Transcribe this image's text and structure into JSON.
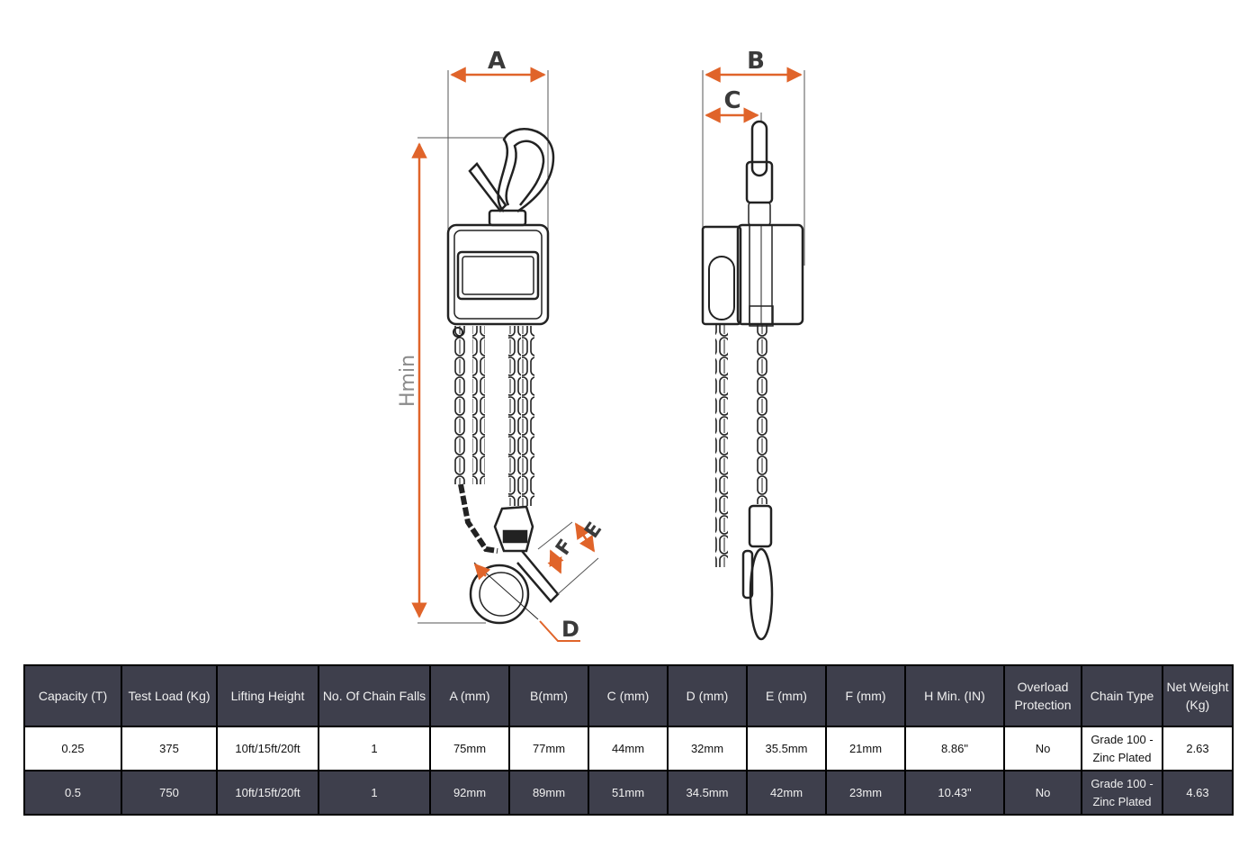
{
  "diagram": {
    "front_view": {
      "dimension_labels": {
        "a": "A",
        "d": "D",
        "e": "E",
        "f": "F",
        "hmin": "Hmin"
      }
    },
    "side_view": {
      "dimension_labels": {
        "b": "B",
        "c": "C"
      }
    },
    "accent_color": "#e0642a",
    "line_color": "#222222"
  },
  "table": {
    "headers": [
      "Capacity (T)",
      "Test Load (Kg)",
      "Lifting Height",
      "No. Of Chain Falls",
      "A (mm)",
      "B(mm)",
      "C (mm)",
      "D (mm)",
      "E (mm)",
      "F (mm)",
      "H Min. (IN)",
      "Overload Protection",
      "Chain Type",
      "Net Weight (Kg)"
    ],
    "rows": [
      {
        "cells": [
          "0.25",
          "375",
          "10ft/15ft/20ft",
          "1",
          "75mm",
          "77mm",
          "44mm",
          "32mm",
          "35.5mm",
          "21mm",
          "8.86\"",
          "No",
          "Grade 100 - Zinc Plated",
          "2.63"
        ]
      },
      {
        "cells": [
          "0.5",
          "750",
          "10ft/15ft/20ft",
          "1",
          "92mm",
          "89mm",
          "51mm",
          "34.5mm",
          "42mm",
          "23mm",
          "10.43\"",
          "No",
          "Grade 100 - Zinc Plated",
          "4.63"
        ]
      }
    ],
    "header_bg": "#3e3f4c",
    "header_text": "#f0f0f0"
  }
}
